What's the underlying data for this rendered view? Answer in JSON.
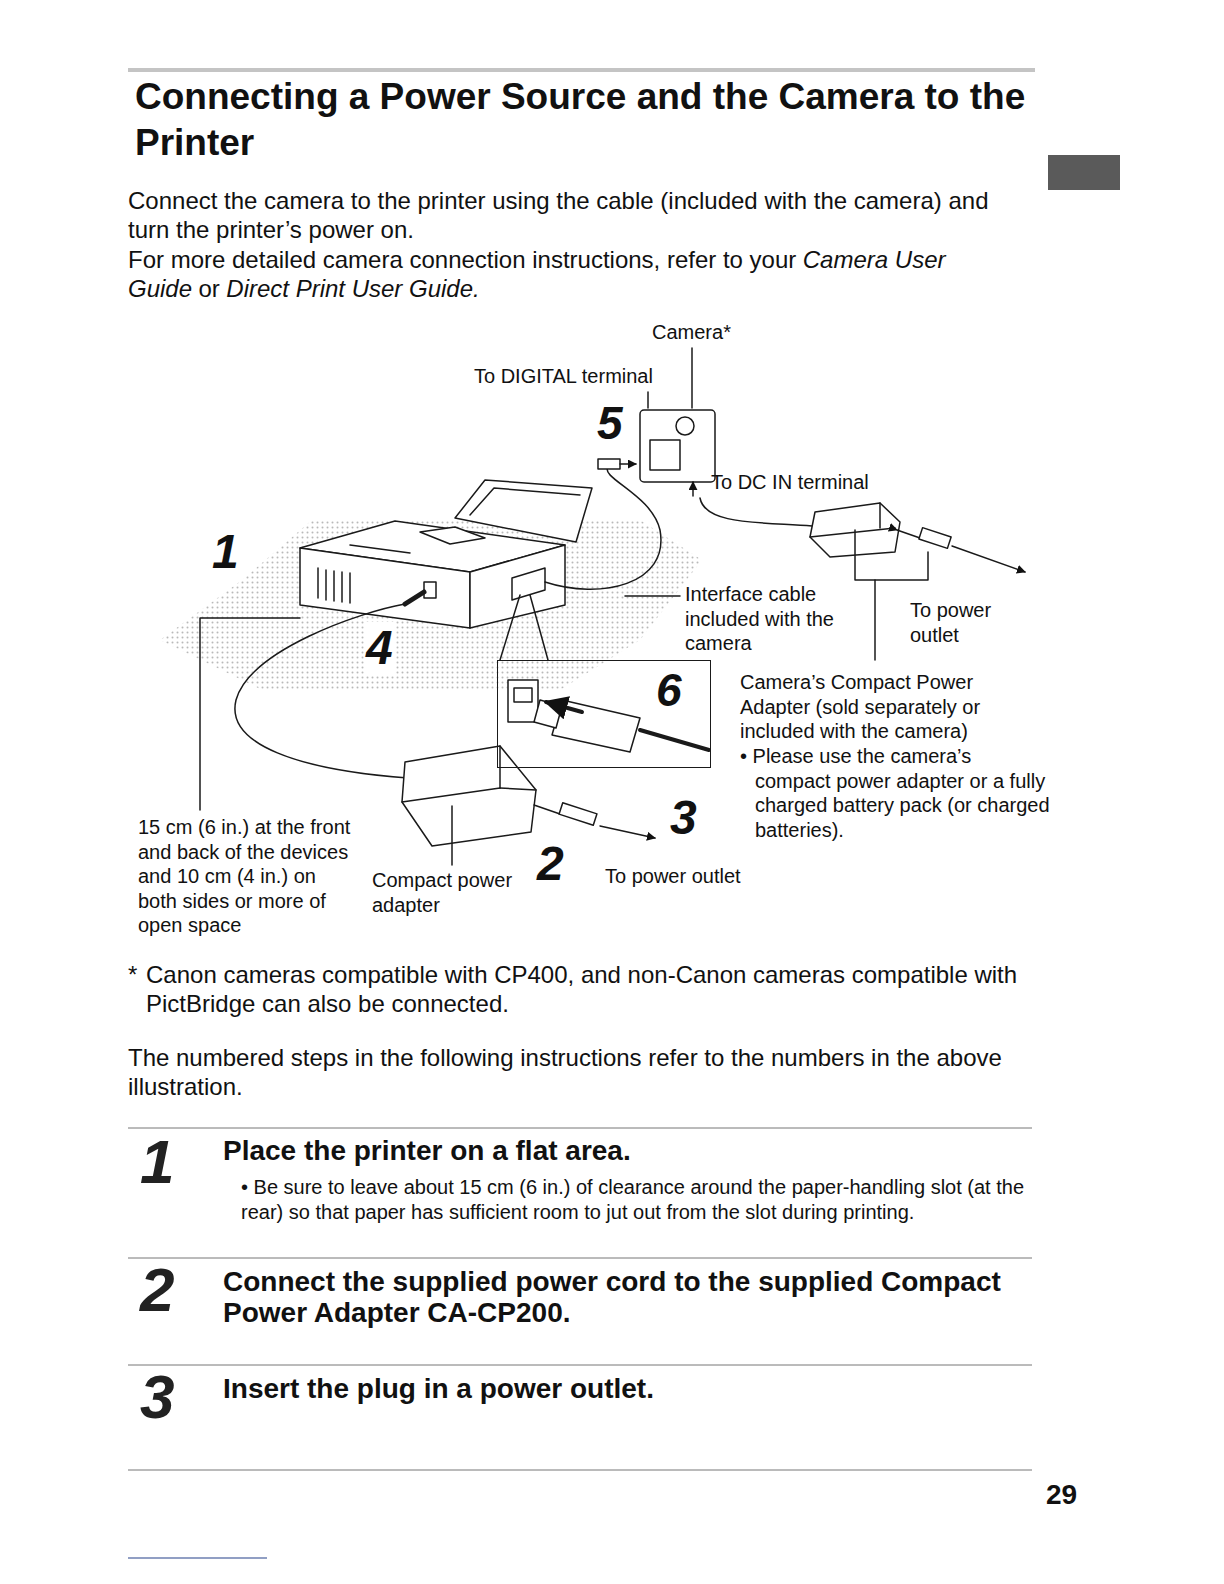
{
  "diagram": {
    "title": "Connecting a Power Source and the Camera to the Printer",
    "nodes": [
      {
        "text": [
          "6"
        ]
      }
    ],
    "labels": [
      "Connect the camera to the printer using the cable (included with the camera) and turn the printer’s power on.",
      "For more detailed camera connection instructions, refer to your",
      "Camera User Guide",
      "or",
      "Direct Print User Guide.",
      "Camera*",
      "To DIGITAL terminal",
      "5",
      "To DC IN terminal",
      "1",
      "Interface cable included with the camera",
      "To power outlet",
      "Camera’s Compact Power Adapter (sold separately or included with the camera)",
      "• Please use the camera’s compact power adapter or a fully charged battery pack (or charged batteries).",
      "4",
      "15 cm (6 in.) at the front and back of the devices and 10 cm (4 in.) on both sides or more of open space",
      "Compact power adapter",
      "2",
      "3",
      "To power outlet",
      "*",
      "Canon cameras compatible with CP400, and non-Canon cameras compatible with PictBridge can also be connected.",
      "The numbered steps in the following instructions refer to the numbers in the above illustration.",
      "1",
      "Place the printer on a flat area.",
      "• Be sure to leave about 15 cm (6 in.) of clearance around the paper-handling slot (at the rear) so that paper has sufficient room to jut out from the slot during printing.",
      "2",
      "Connect the supplied power cord to the supplied Compact Power Adapter CA-CP200.",
      "3",
      "Insert the plug in a power outlet.",
      "29"
    ]
  }
}
